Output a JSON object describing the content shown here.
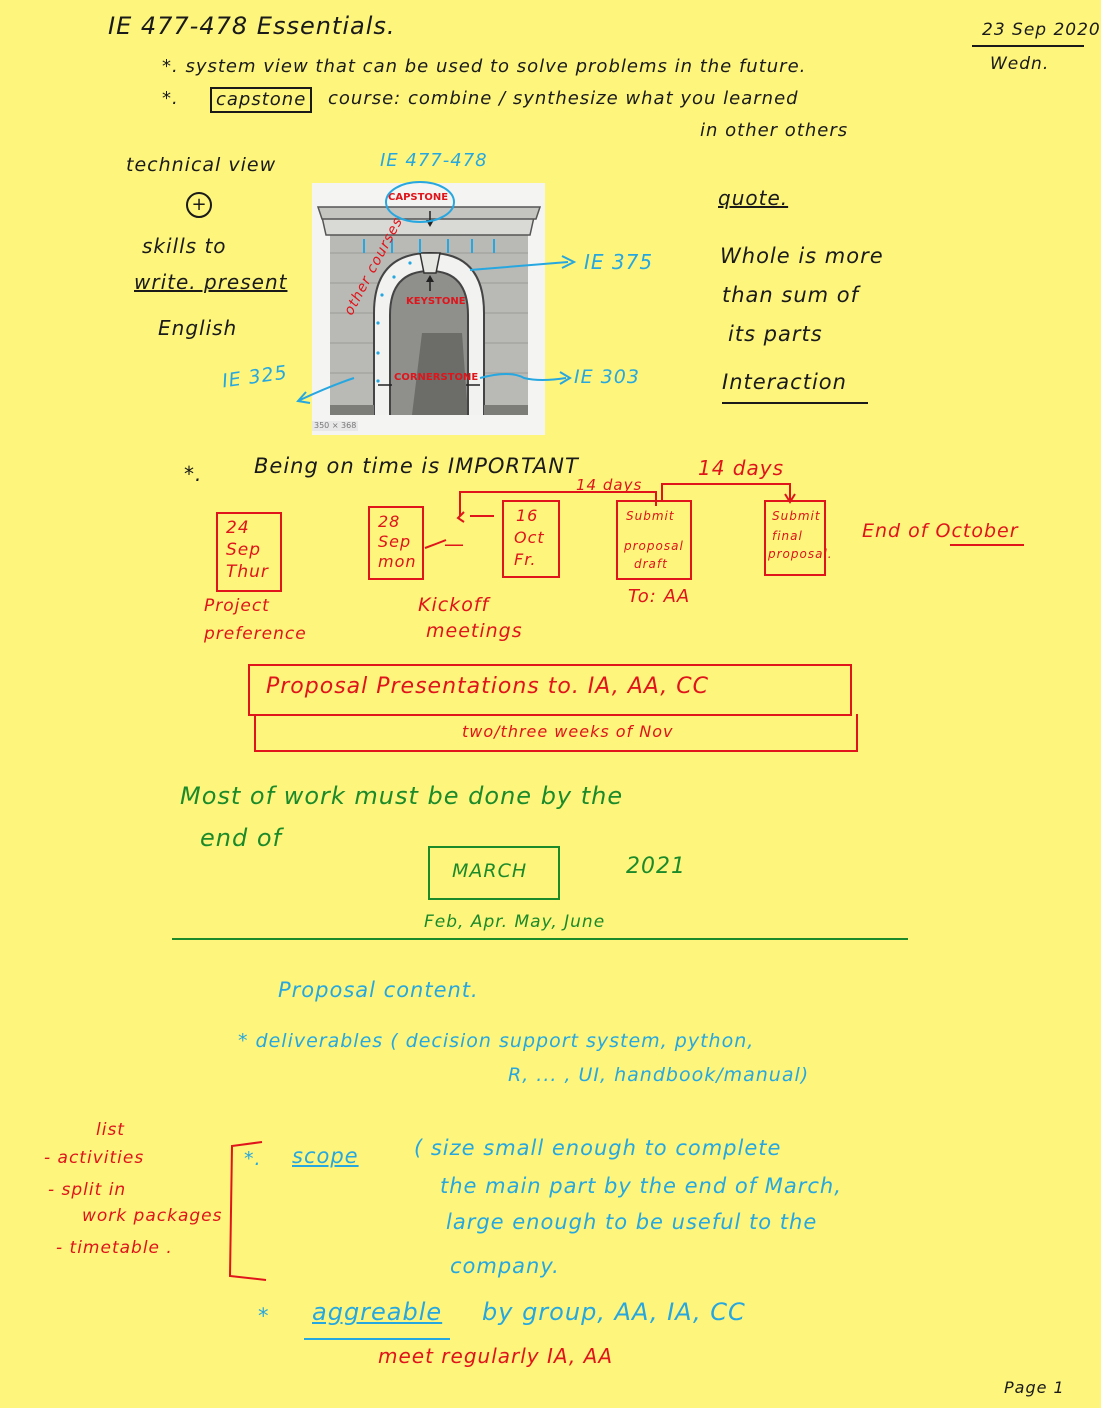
{
  "header": {
    "title": "IE 477-478  Essentials.",
    "date": "23 Sep 2020",
    "day": "Wedn."
  },
  "intro": {
    "bullet1": "*.  system view that can be used to solve problems in the future.",
    "bullet2_prefix": "*.",
    "capstone_word": "capstone",
    "bullet2_rest": "course:  combine / synthesize  what you learned",
    "bullet2_line2": "in other others"
  },
  "left_notes": {
    "technical_view": "technical view",
    "plus": "+",
    "skills_to": "skills to",
    "write_present": "write. present",
    "english": "English"
  },
  "figure": {
    "top_label": "IE 477-478",
    "capstone": "CAPSTONE",
    "keystone": "KEYSTONE",
    "cornerstone": "CORNERSTONE",
    "other_courses": "other courses",
    "ie375": "IE 375",
    "ie325": "IE 325",
    "ie303": "IE 303",
    "size_tag": "350 × 368"
  },
  "quote": {
    "heading": "quote.",
    "line1": "Whole is more",
    "line2": "than sum of",
    "line3": "its parts",
    "line4": "Interaction"
  },
  "timeline": {
    "heading_star": "*.",
    "heading": "Being on time  is  IMPORTANT",
    "fourteen_days_a": "14 days",
    "fourteen_days_b": "14 days",
    "boxes": [
      {
        "l1": "24",
        "l2": "Sep",
        "l3": "Thur"
      },
      {
        "l1": "28",
        "l2": "Sep",
        "l3": "mon"
      },
      {
        "l1": "16",
        "l2": "Oct",
        "l3": "Fr."
      },
      {
        "l1": "Submit",
        "l2": "proposal",
        "l3": "draft"
      },
      {
        "l1": "Submit",
        "l2": "final",
        "l3": "proposal."
      }
    ],
    "dash": "—",
    "end_of_october": "End of October",
    "project_pref_1": "Project",
    "project_pref_2": "preference",
    "kickoff_1": "Kickoff",
    "kickoff_2": "meetings",
    "to_aa": "To: AA"
  },
  "presentations": {
    "line1": "Proposal  Presentations  to.  IA, AA, CC",
    "line2": "two/three weeks of  Nov"
  },
  "march": {
    "line1": "Most  of  work   must  be  done  by  the",
    "line2": "end  of",
    "march": "MARCH",
    "year": "2021",
    "months": "Feb, Apr. May, June"
  },
  "content": {
    "heading": "Proposal  content.",
    "deliverables_1": "*  deliverables  ( decision support system, python,",
    "deliverables_2": "R, ... , UI,  handbook/manual)",
    "scope_star": "*.",
    "scope": "scope",
    "scope_text_1": "( size  small enough  to complete",
    "scope_text_2": "the  main  part  by  the end of  March,",
    "scope_text_3": "large enough  to  be  useful  to  the",
    "scope_text_4": "company.",
    "agree_star": "*",
    "agreeable": "aggreable",
    "agree_rest": "by  group,  AA,  IA,  CC",
    "meet": "meet  regularly   IA, AA"
  },
  "side_list": {
    "title": "list",
    "item1": "- activities",
    "item2": "- split in",
    "item2b": "work packages",
    "item3": "- timetable ."
  },
  "footer": {
    "page": "Page 1"
  },
  "colors": {
    "paper": "#fdf57c",
    "black_ink": "#1a1a1a",
    "red_ink": "#e0141b",
    "blue_ink": "#27a7e0",
    "green_ink": "#1d8a2a"
  }
}
